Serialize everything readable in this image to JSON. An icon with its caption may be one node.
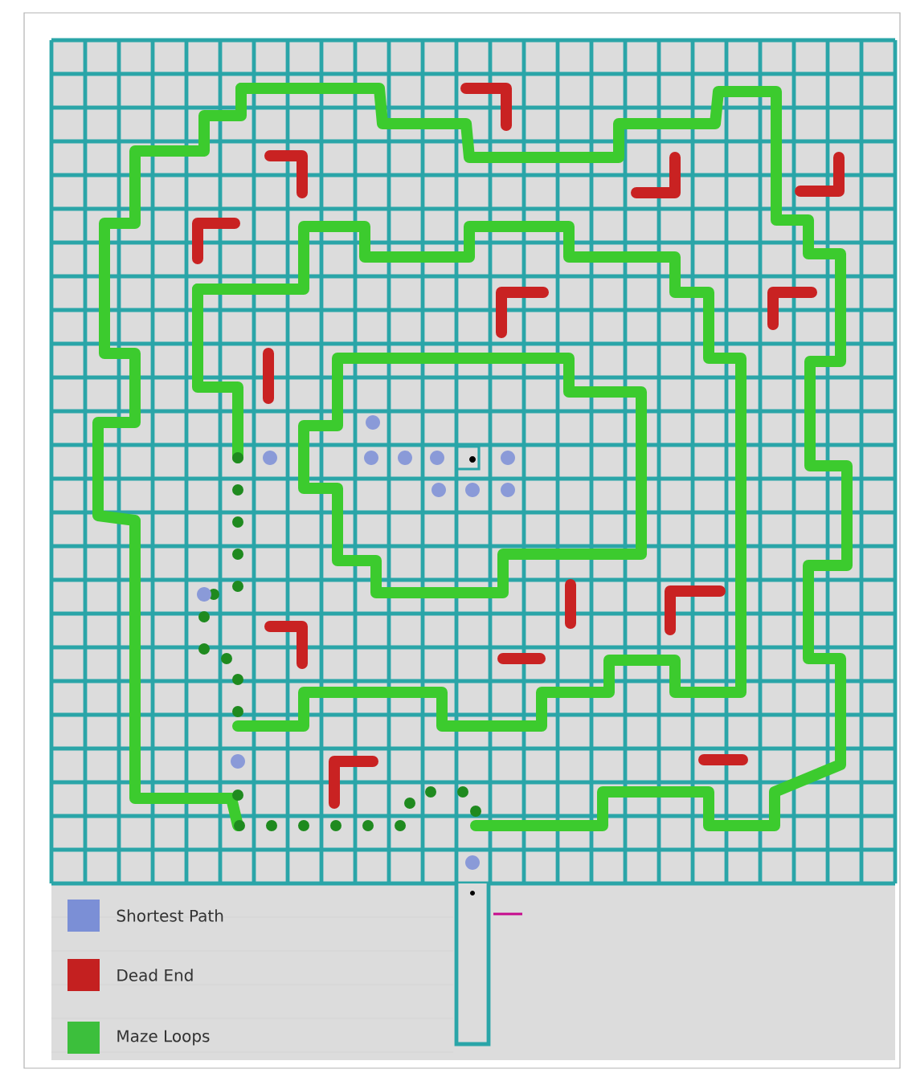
{
  "diagram": {
    "legend": [
      {
        "text": "Shortest Path",
        "color": "#7b8fd6"
      },
      {
        "text": "Dead End",
        "color": "#c42020"
      },
      {
        "text": "Maze Loops",
        "color": "#3cbf3c"
      }
    ]
  }
}
